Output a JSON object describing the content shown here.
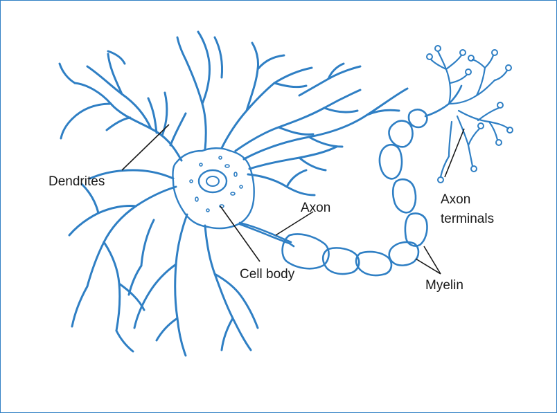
{
  "labels": {
    "dendrites": "Dendrites",
    "cell_body": "Cell body",
    "axon": "Axon",
    "axon_terminals_line1": "Axon",
    "axon_terminals_line2": "terminals",
    "myelin": "Myelin"
  },
  "colors": {
    "neuron_stroke": "#2f7fc4",
    "frame_border": "#2f7fc4",
    "leader_line": "#1a1a1a",
    "label_text": "#1a1a1a"
  }
}
